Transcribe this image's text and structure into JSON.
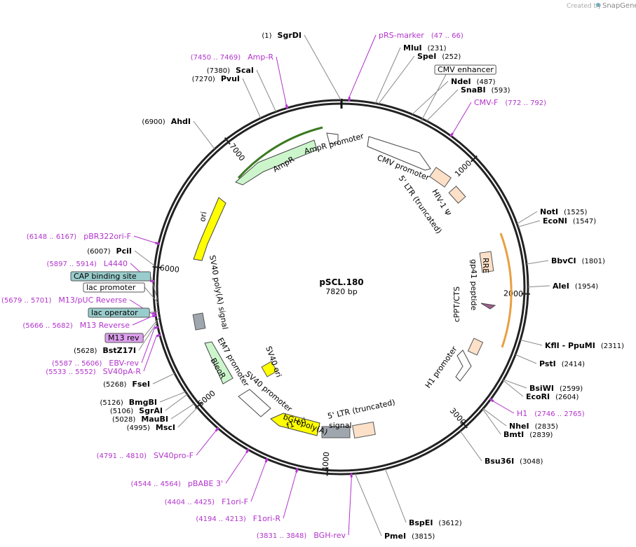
{
  "plasmid": {
    "name": "pSCL.180",
    "size_label": "7820 bp"
  },
  "watermark": {
    "text": "Created by",
    "brand": "SnapGene"
  },
  "ring_ticks": [
    {
      "label": "1000"
    },
    {
      "label": "2000"
    },
    {
      "label": "3000"
    },
    {
      "label": "4000"
    },
    {
      "label": "5000"
    },
    {
      "label": "6000"
    },
    {
      "label": "7000"
    }
  ],
  "enzymes": [
    {
      "name": "SgrDI",
      "pos": "(1)"
    },
    {
      "name": "MluI",
      "pos": "(231)"
    },
    {
      "name": "SpeI",
      "pos": "(252)"
    },
    {
      "name": "NdeI",
      "pos": "(487)"
    },
    {
      "name": "SnaBI",
      "pos": "(593)"
    },
    {
      "name": "NotI",
      "pos": "(1525)"
    },
    {
      "name": "EcoNI",
      "pos": "(1547)"
    },
    {
      "name": "BbvCI",
      "pos": "(1801)"
    },
    {
      "name": "AleI",
      "pos": "(1954)"
    },
    {
      "name": "KflI - PpuMI",
      "pos": "(2311)"
    },
    {
      "name": "PstI",
      "pos": "(2414)"
    },
    {
      "name": "BsiWI",
      "pos": "(2599)"
    },
    {
      "name": "EcoRI",
      "pos": "(2604)"
    },
    {
      "name": "NheI",
      "pos": "(2835)"
    },
    {
      "name": "BmtI",
      "pos": "(2839)"
    },
    {
      "name": "Bsu36I",
      "pos": "(3048)"
    },
    {
      "name": "BspEI",
      "pos": "(3612)"
    },
    {
      "name": "PmeI",
      "pos": "(3815)"
    },
    {
      "name": "MscI",
      "pos": "(4995)"
    },
    {
      "name": "MauBI",
      "pos": "(5028)"
    },
    {
      "name": "SgrAI",
      "pos": "(5106)"
    },
    {
      "name": "BmgBI",
      "pos": "(5126)"
    },
    {
      "name": "FseI",
      "pos": "(5268)"
    },
    {
      "name": "BstZ17I",
      "pos": "(5628)"
    },
    {
      "name": "PciI",
      "pos": "(6007)"
    },
    {
      "name": "AhdI",
      "pos": "(6900)"
    },
    {
      "name": "PvuI",
      "pos": "(7270)"
    },
    {
      "name": "ScaI",
      "pos": "(7380)"
    }
  ],
  "primers": [
    {
      "name": "pRS-marker",
      "range": "(47 .. 66)"
    },
    {
      "name": "CMV-F",
      "range": "(772 .. 792)"
    },
    {
      "name": "H1",
      "range": "(2746 .. 2765)"
    },
    {
      "name": "BGH-rev",
      "range": "(3831 .. 3848)"
    },
    {
      "name": "F1ori-R",
      "range": "(4194 .. 4213)"
    },
    {
      "name": "F1ori-F",
      "range": "(4404 .. 4425)"
    },
    {
      "name": "pBABE 3'",
      "range": "(4544 .. 4564)"
    },
    {
      "name": "SV40pro-F",
      "range": "(4791 .. 4810)"
    },
    {
      "name": "SV40pA-R",
      "range": "(5533 .. 5552)"
    },
    {
      "name": "EBV-rev",
      "range": "(5587 .. 5606)"
    },
    {
      "name": "M13 Reverse",
      "range": "(5666 .. 5682)"
    },
    {
      "name": "M13/pUC Reverse",
      "range": "(5679 .. 5701)"
    },
    {
      "name": "L4440",
      "range": "(5897 .. 5914)"
    },
    {
      "name": "pBR322ori-F",
      "range": "(6148 .. 6167)"
    },
    {
      "name": "Amp-R",
      "range": "(7450 .. 7469)"
    }
  ],
  "boxed_labels": [
    {
      "text": "CMV enhancer"
    },
    {
      "text": "CAP binding site"
    },
    {
      "text": "lac promoter"
    },
    {
      "text": "lac operator"
    },
    {
      "text": "M13 rev"
    }
  ],
  "features": [
    {
      "text": "CMV promoter"
    },
    {
      "text": "5' LTR (truncated)"
    },
    {
      "text": "HIV-1 Ψ"
    },
    {
      "text": "RRE"
    },
    {
      "text": "gp41 peptide"
    },
    {
      "text": "cPPT/CTS"
    },
    {
      "text": "H1 promoter"
    },
    {
      "text": "5' LTR (truncated)"
    },
    {
      "text": "bGH poly(A)"
    },
    {
      "text": "signal"
    },
    {
      "text": "f1 ori"
    },
    {
      "text": "SV40 promoter"
    },
    {
      "text": "SV40 ori"
    },
    {
      "text": "EM7 promoter"
    },
    {
      "text": "BleoR"
    },
    {
      "text": "SV40 poly(A) signal"
    },
    {
      "text": "ori"
    },
    {
      "text": "AmpR"
    },
    {
      "text": "AmpR promoter"
    }
  ],
  "colors": {
    "ring": "#222222",
    "primer": "#b233cc",
    "promoter_fill": "#ffffff",
    "ltr_fill": "#fde0c8",
    "ori_fill": "#ffff00",
    "amp_fill": "#ccf5cc",
    "terminator_fill": "#a0a6ae",
    "orf_bar": "#e8a040",
    "lac_fill": "#99cccc",
    "m13_fill": "#dda0ee"
  }
}
